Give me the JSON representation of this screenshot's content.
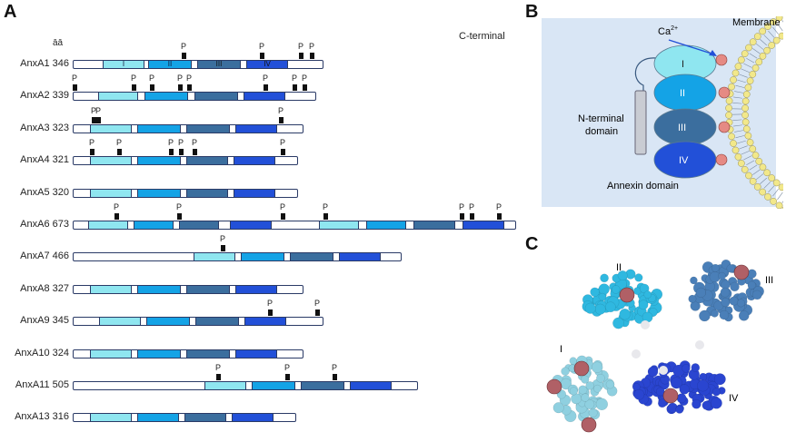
{
  "panelA": {
    "letter": "A",
    "aa_heading": "āā",
    "c_terminal": "C-terminal",
    "phospho_label": "P",
    "domain_labels": [
      "I",
      "II",
      "III",
      "IV"
    ],
    "rows": [
      {
        "name": "AnxA1 346",
        "length": 346
      },
      {
        "name": "AnxA2 339",
        "length": 339
      },
      {
        "name": "AnxA3 323",
        "length": 323
      },
      {
        "name": "AnxA4 321",
        "length": 321
      },
      {
        "name": "AnxA5 320",
        "length": 320
      },
      {
        "name": "AnxA6 673",
        "length": 673
      },
      {
        "name": "AnxA7 466",
        "length": 466
      },
      {
        "name": "AnxA8 327",
        "length": 327
      },
      {
        "name": "AnxA9 345",
        "length": 345
      },
      {
        "name": "AnxA10 324",
        "length": 324
      },
      {
        "name": "AnxA11 505",
        "length": 505
      },
      {
        "name": "AnxA13 316",
        "length": 316
      }
    ]
  },
  "panelB": {
    "letter": "B",
    "membrane": "Membrane",
    "ca": "Ca",
    "ca_sup": "2+",
    "n_terminal": [
      "N-terminal",
      "domain"
    ],
    "annexin_domain": "Annexin domain",
    "repeats": [
      "I",
      "II",
      "III",
      "IV"
    ]
  },
  "panelC": {
    "letter": "C",
    "labels": [
      "II",
      "III",
      "I",
      "IV"
    ]
  },
  "colors": {
    "d1": "#8fe6f0",
    "d2": "#14a3e6",
    "d3": "#3b6e9e",
    "d4": "#2250d8",
    "outline": "#2a3a66",
    "membrane_bg": "#d9e6f5",
    "lipid": "#f2e88a",
    "ca_ball": "#e58a84"
  }
}
